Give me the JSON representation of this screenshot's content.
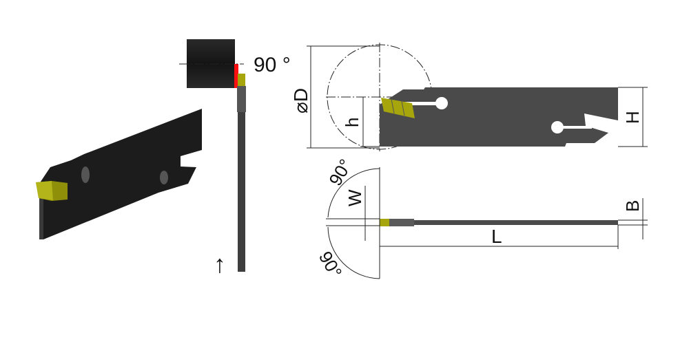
{
  "colors": {
    "blade": "#4a4a4a",
    "blade_dark": "#202020",
    "insert": "#a6a60c",
    "contact": "#ff1010"
  },
  "labels": {
    "angle_top": "90 °",
    "diameter": "⌀D",
    "height_center": "h",
    "height": "H",
    "width": "W",
    "thickness": "B",
    "length": "L",
    "angle_upper": "90°",
    "angle_lower": "90°",
    "feed_arrow": "↑"
  }
}
